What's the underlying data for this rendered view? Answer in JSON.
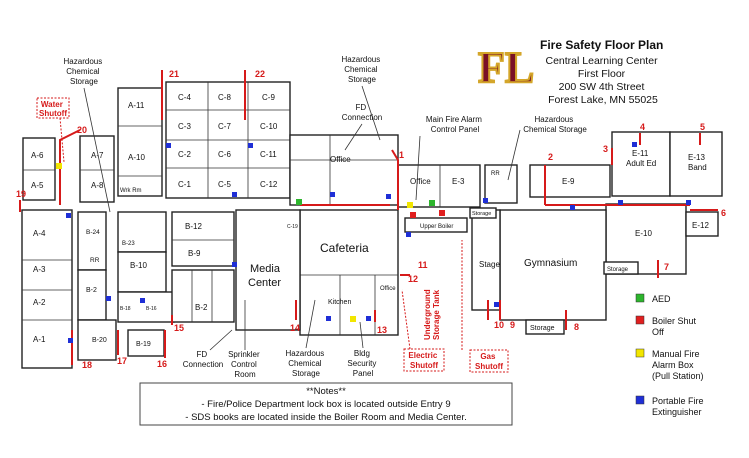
{
  "header": {
    "logo_text": "FL",
    "title": "Fire Safety Floor Plan",
    "lines": [
      "Central Learning Center",
      "First Floor",
      "200 SW 4th Street",
      "Forest Lake, MN  55025"
    ]
  },
  "legend": {
    "items": [
      {
        "label": "AED",
        "color": "#2db52d"
      },
      {
        "label": "Boiler Shut Off",
        "color": "#e01f1f"
      },
      {
        "label": "Manual Fire Alarm Box (Pull Station)",
        "color": "#f2e600"
      },
      {
        "label": "Portable Fire Extinguisher",
        "color": "#1f2fd6"
      }
    ],
    "lines": {
      "boiler": [
        "Boiler Shut",
        "Off"
      ],
      "alarm": [
        "Manual Fire",
        "Alarm Box",
        "(Pull Station)"
      ],
      "ext": [
        "Portable Fire",
        "Extinguisher"
      ]
    }
  },
  "notes": {
    "heading": "**Notes**",
    "lines": [
      "- Fire/Police Department lock box is located outside Entry 9",
      "- SDS books are located inside the Boiler Room and Media Center."
    ]
  },
  "callouts": {
    "haz_top_left": [
      "Hazardous",
      "Chemical",
      "Storage"
    ],
    "haz_mid": [
      "Hazardous",
      "Chemical",
      "Storage"
    ],
    "fd_top": [
      "FD",
      "Connection"
    ],
    "main_alarm": [
      "Main Fire Alarm",
      "Control Panel"
    ],
    "haz_right": [
      "Hazardous",
      "Chemical Storage"
    ],
    "water_shutoff": [
      "Water",
      "Shutoff"
    ],
    "fd_bottom": [
      "FD",
      "Connection"
    ],
    "sprinkler": [
      "Sprinkler",
      "Control",
      "Room"
    ],
    "haz_bottom": [
      "Hazardous",
      "Chemical",
      "Storage"
    ],
    "bldg_security": [
      "Bldg",
      "Security",
      "Panel"
    ],
    "electric": [
      "Electric",
      "Shutoff"
    ],
    "gas": [
      "Gas",
      "Shutoff"
    ],
    "tank": [
      "Underground",
      "Storage Tank"
    ]
  },
  "rooms": {
    "a11": "A-11",
    "a10": "A-10",
    "a7": "A-7",
    "a8": "A-8",
    "a6": "A-6",
    "a5": "A-5",
    "a4": "A-4",
    "a3": "A-3",
    "a2": "A-2",
    "a1": "A-1",
    "c4": "C-4",
    "c8": "C-8",
    "c9": "C-9",
    "c3": "C-3",
    "c7": "C-7",
    "c10": "C-10",
    "c2": "C-2",
    "c6": "C-6",
    "c11": "C-11",
    "c1": "C-1",
    "c5": "C-5",
    "c12": "C-12",
    "wrk": "Wrk Rm",
    "office1": "Office",
    "office2": "Office",
    "e3": "E-3",
    "e9": "E-9",
    "e11": "E-11",
    "adulted": "Adult Ed",
    "e13": "E-13",
    "band": "Band",
    "e10": "E-10",
    "e12": "E-12",
    "gym": "Gymnasium",
    "stage": "Stage",
    "storage1": "Storage",
    "storage2": "Storage",
    "storage3": "Storage",
    "upperboiler": "Upper Boiler",
    "cafeteria": "Cafeteria",
    "kitchen": "Kitchen",
    "office3": "Office",
    "media": "Media",
    "center": "Center",
    "b24": "B-24",
    "b23": "B-23",
    "rr": "RR",
    "b10": "B-10",
    "b12": "B-12",
    "b9": "B-9",
    "b2": "B-2",
    "b2b": "B-2",
    "b20": "B-20",
    "b19": "B-19",
    "b18": "B-18",
    "b16": "B-16",
    "c19": "C-19"
  },
  "exits": [
    "1",
    "2",
    "3",
    "4",
    "5",
    "6",
    "7",
    "8",
    "9",
    "10",
    "11",
    "12",
    "13",
    "14",
    "15",
    "16",
    "17",
    "18",
    "19",
    "20",
    "21",
    "22"
  ]
}
